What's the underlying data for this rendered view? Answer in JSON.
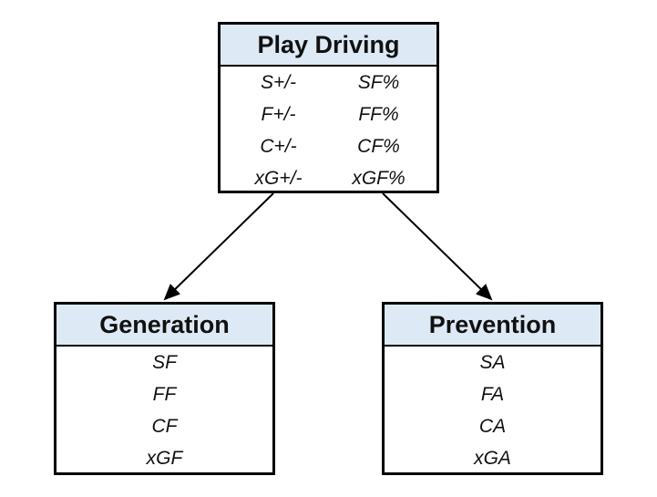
{
  "top": {
    "title": "Play Driving",
    "rows": [
      [
        "S+/-",
        "SF%"
      ],
      [
        "F+/-",
        "FF%"
      ],
      [
        "C+/-",
        "CF%"
      ],
      [
        "xG+/-",
        "xGF%"
      ]
    ]
  },
  "left": {
    "title": "Generation",
    "rows": [
      "SF",
      "FF",
      "CF",
      "xGF"
    ]
  },
  "right": {
    "title": "Prevention",
    "rows": [
      "SA",
      "FA",
      "CA",
      "xGA"
    ]
  },
  "colors": {
    "header_fill": "#dde9f5",
    "border": "#000000"
  }
}
